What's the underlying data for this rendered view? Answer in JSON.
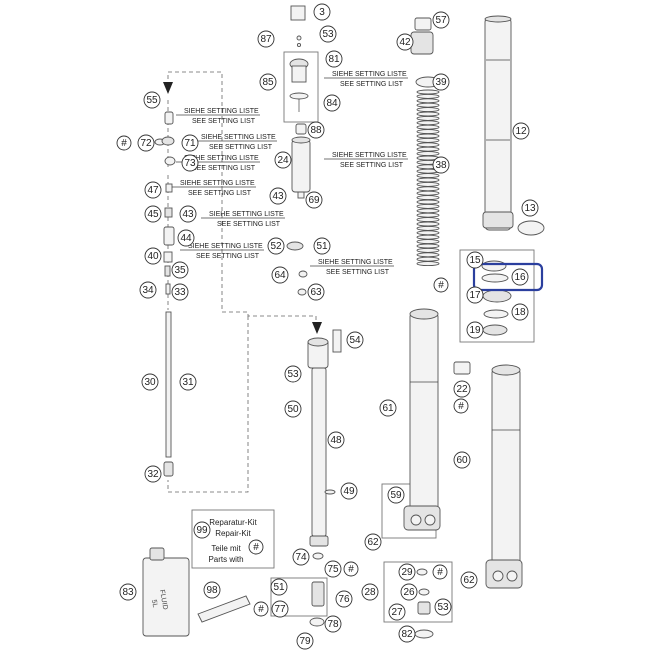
{
  "callouts": [
    {
      "id": "3",
      "label": "3"
    },
    {
      "id": "87",
      "label": "87"
    },
    {
      "id": "53a",
      "label": "53"
    },
    {
      "id": "81",
      "label": "81"
    },
    {
      "id": "85",
      "label": "85"
    },
    {
      "id": "84",
      "label": "84"
    },
    {
      "id": "55",
      "label": "55"
    },
    {
      "id": "72",
      "label": "72"
    },
    {
      "id": "71",
      "label": "71"
    },
    {
      "id": "73",
      "label": "73"
    },
    {
      "id": "88",
      "label": "88"
    },
    {
      "id": "24",
      "label": "24"
    },
    {
      "id": "47",
      "label": "47"
    },
    {
      "id": "45",
      "label": "45"
    },
    {
      "id": "43a",
      "label": "43"
    },
    {
      "id": "43b",
      "label": "43"
    },
    {
      "id": "69",
      "label": "69"
    },
    {
      "id": "44",
      "label": "44"
    },
    {
      "id": "52",
      "label": "52"
    },
    {
      "id": "51a",
      "label": "51"
    },
    {
      "id": "40",
      "label": "40"
    },
    {
      "id": "35",
      "label": "35"
    },
    {
      "id": "64",
      "label": "64"
    },
    {
      "id": "34",
      "label": "34"
    },
    {
      "id": "33",
      "label": "33"
    },
    {
      "id": "63",
      "label": "63"
    },
    {
      "id": "57",
      "label": "57"
    },
    {
      "id": "42",
      "label": "42"
    },
    {
      "id": "39",
      "label": "39"
    },
    {
      "id": "12",
      "label": "12"
    },
    {
      "id": "38",
      "label": "38"
    },
    {
      "id": "13",
      "label": "13"
    },
    {
      "id": "15",
      "label": "15"
    },
    {
      "id": "16",
      "label": "16"
    },
    {
      "id": "17",
      "label": "17"
    },
    {
      "id": "18",
      "label": "18"
    },
    {
      "id": "19",
      "label": "19"
    },
    {
      "id": "54",
      "label": "54"
    },
    {
      "id": "53b",
      "label": "53"
    },
    {
      "id": "50",
      "label": "50"
    },
    {
      "id": "30",
      "label": "30"
    },
    {
      "id": "31",
      "label": "31"
    },
    {
      "id": "48",
      "label": "48"
    },
    {
      "id": "61",
      "label": "61"
    },
    {
      "id": "22",
      "label": "22"
    },
    {
      "id": "60",
      "label": "60"
    },
    {
      "id": "32",
      "label": "32"
    },
    {
      "id": "49",
      "label": "49"
    },
    {
      "id": "59",
      "label": "59"
    },
    {
      "id": "99",
      "label": "99"
    },
    {
      "id": "62a",
      "label": "62"
    },
    {
      "id": "74",
      "label": "74"
    },
    {
      "id": "75",
      "label": "75"
    },
    {
      "id": "29",
      "label": "29"
    },
    {
      "id": "83",
      "label": "83"
    },
    {
      "id": "98",
      "label": "98"
    },
    {
      "id": "51b",
      "label": "51"
    },
    {
      "id": "26",
      "label": "26"
    },
    {
      "id": "62b",
      "label": "62"
    },
    {
      "id": "28",
      "label": "28"
    },
    {
      "id": "76",
      "label": "76"
    },
    {
      "id": "77",
      "label": "77"
    },
    {
      "id": "27",
      "label": "27"
    },
    {
      "id": "53c",
      "label": "53"
    },
    {
      "id": "79",
      "label": "79"
    },
    {
      "id": "78",
      "label": "78"
    },
    {
      "id": "82",
      "label": "82"
    }
  ],
  "hash_markers": [
    "#",
    "#",
    "#",
    "#",
    "#",
    "#",
    "#",
    "#",
    "#",
    "#",
    "#",
    "#"
  ],
  "setting_notes": {
    "line1": "SIEHE SETTING LISTE",
    "line2": "SEE SETTING LIST"
  },
  "repair_kit": {
    "line1": "Reparatur-Kit",
    "line2": "Repair-Kit",
    "line3": "Teile mit",
    "line4": "Parts with",
    "hash": "#"
  },
  "fluid_can": {
    "line1": "FLUID",
    "line2": "5L"
  },
  "highlight": {
    "target": "16",
    "color": "#2b3f9e"
  }
}
